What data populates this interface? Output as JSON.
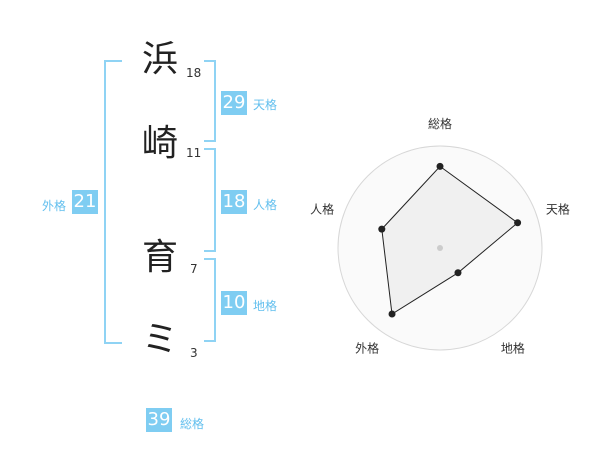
{
  "name_chars": [
    {
      "char": "浜",
      "strokes": "18"
    },
    {
      "char": "崎",
      "strokes": "11"
    },
    {
      "char": "育",
      "strokes": "7"
    },
    {
      "char": "ミ",
      "strokes": "3"
    }
  ],
  "fortunes": {
    "tenkaku": {
      "value": "29",
      "label": "天格"
    },
    "jinkaku": {
      "value": "18",
      "label": "人格"
    },
    "chikaku": {
      "value": "10",
      "label": "地格"
    },
    "gaikaku": {
      "value": "21",
      "label": "外格"
    },
    "soukaku": {
      "value": "39",
      "label": "総格"
    }
  },
  "colors": {
    "accent": "#7fcdf2",
    "bracket": "#8fd3f4"
  },
  "chart_data": {
    "type": "radar",
    "axes": [
      "総格",
      "天格",
      "地格",
      "外格",
      "人格"
    ],
    "values": [
      0.8,
      0.8,
      0.3,
      0.8,
      0.6
    ],
    "rings": 4,
    "range": [
      0,
      1
    ]
  }
}
